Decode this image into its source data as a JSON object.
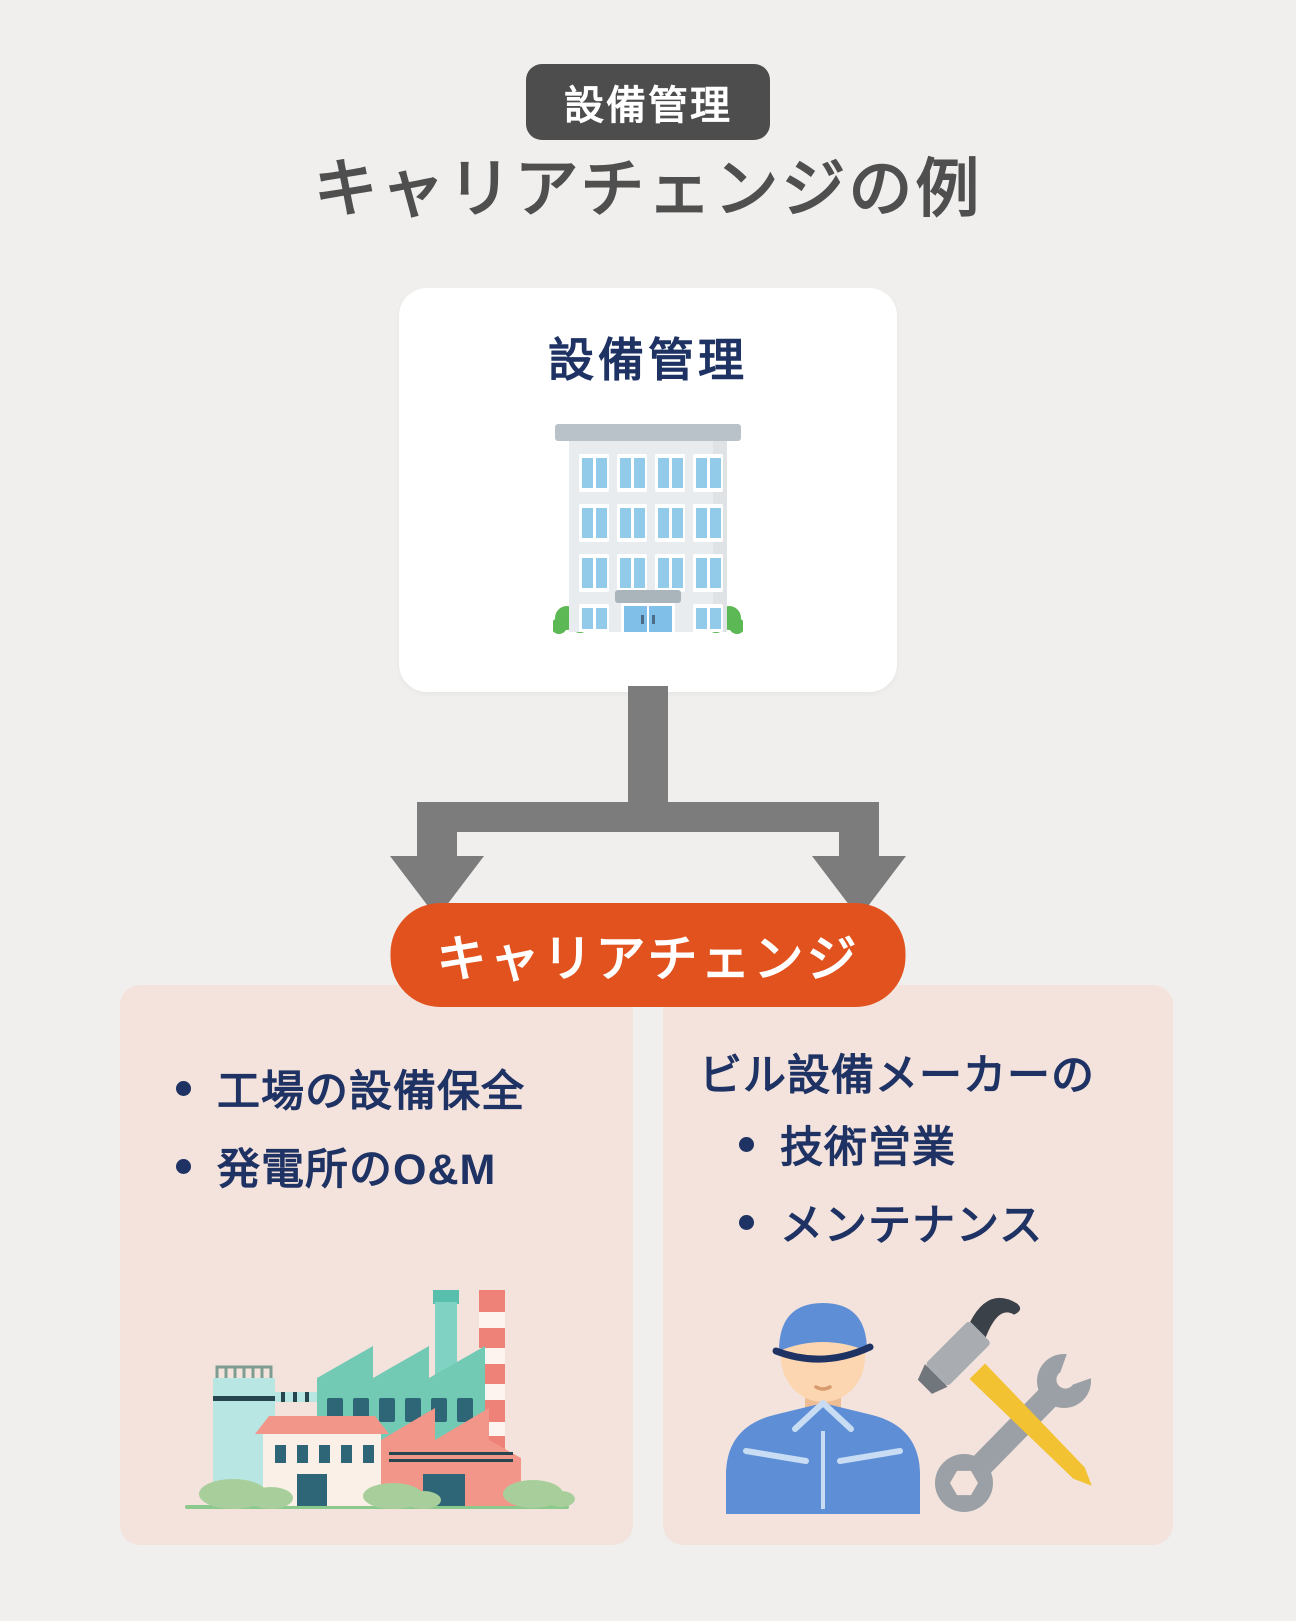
{
  "header": {
    "badge": "設備管理",
    "title": "キャリアチェンジの例"
  },
  "source": {
    "label": "設備管理",
    "icon": "office-building-illustration"
  },
  "connector": {
    "label": "キャリアチェンジ"
  },
  "branches": {
    "left": {
      "items": [
        "工場の設備保全",
        "発電所のO&M"
      ],
      "icon": "factory-illustration"
    },
    "right": {
      "heading": "ビル設備メーカーの",
      "items": [
        "技術営業",
        "メンテナンス"
      ],
      "icons": [
        "maintenance-worker-illustration",
        "hammer-and-wrench-illustration"
      ]
    }
  },
  "colors": {
    "background": "#f0efed",
    "badge_bg": "#4d4d4d",
    "title_text": "#4f4f4f",
    "source_card_bg": "#ffffff",
    "navy_text": "#1e3264",
    "arrow_gray": "#7c7c7c",
    "accent_orange": "#e2521e",
    "branch_card_bg": "#f4e3dc"
  }
}
